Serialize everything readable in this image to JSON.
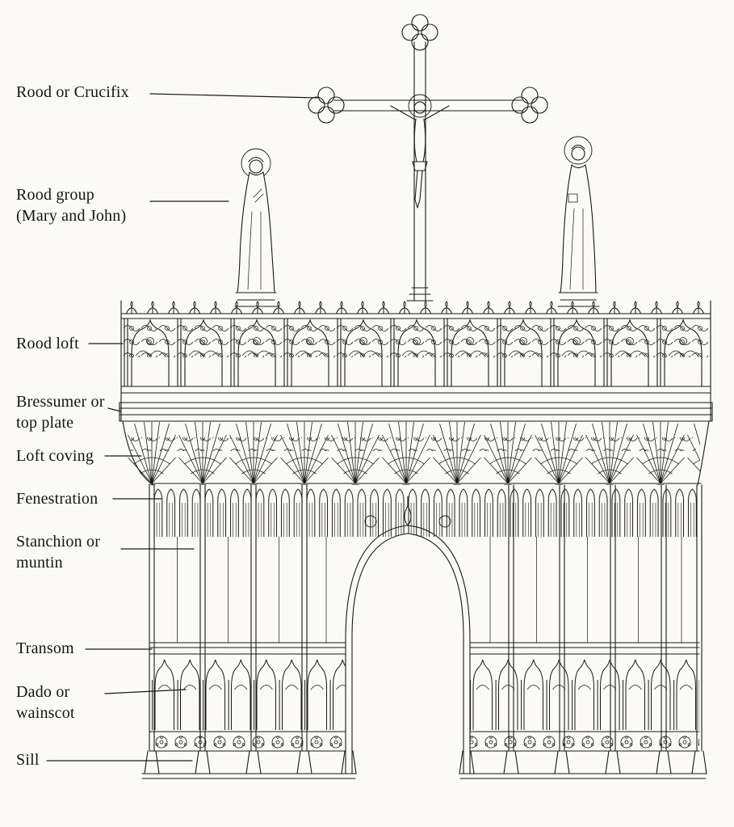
{
  "labels": [
    {
      "id": "rood-or-crucifix",
      "text": "Rood or Crucifix"
    },
    {
      "id": "rood-group",
      "text": "Rood group\n(Mary and John)"
    },
    {
      "id": "rood-loft",
      "text": "Rood loft"
    },
    {
      "id": "bressumer-or-top-plate",
      "text": "Bressumer or\ntop plate"
    },
    {
      "id": "loft-coving",
      "text": "Loft coving"
    },
    {
      "id": "fenestration",
      "text": "Fenestration"
    },
    {
      "id": "stanchion-or-muntin",
      "text": "Stanchion or\nmuntin"
    },
    {
      "id": "transom",
      "text": "Transom"
    },
    {
      "id": "dado-or-wainscot",
      "text": "Dado or\nwainscot"
    },
    {
      "id": "sill",
      "text": "Sill"
    }
  ],
  "colors": {
    "ink": "#1a1a1a",
    "background": "#fbfaf6"
  }
}
